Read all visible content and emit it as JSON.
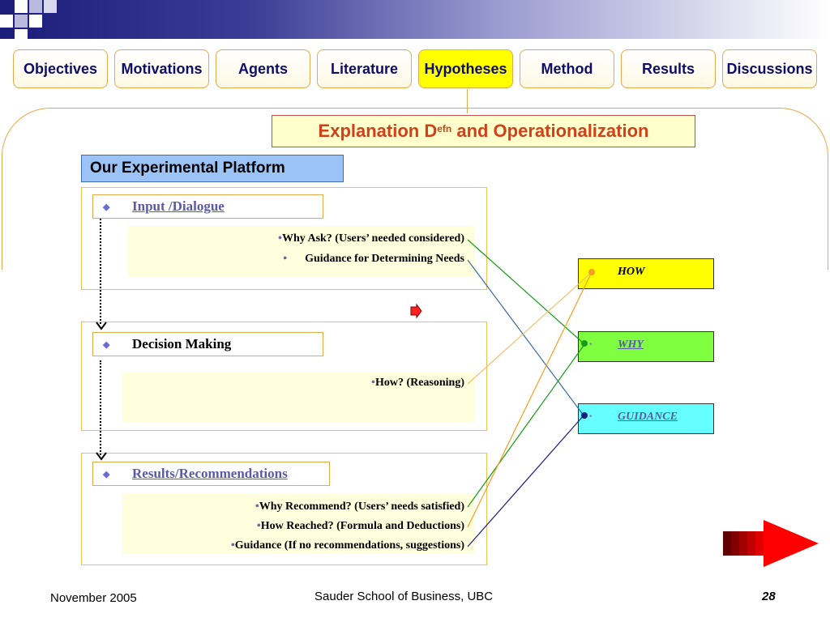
{
  "nav": {
    "tabs": [
      {
        "label": "Objectives"
      },
      {
        "label": "Motivations"
      },
      {
        "label": "Agents"
      },
      {
        "label": "Literature"
      },
      {
        "label": "Hypotheses",
        "active": true
      },
      {
        "label": "Method"
      },
      {
        "label": "Results"
      },
      {
        "label": "Discussions"
      }
    ]
  },
  "explanation": {
    "main": "Explanation D",
    "sup": "efn",
    "rest": " and Operationalization"
  },
  "platform_title": "Our Experimental Platform",
  "sections": {
    "input": {
      "label": "Input /Dialogue",
      "items": [
        "Why Ask? (Users’ needed considered)",
        "Guidance for Determining Needs"
      ]
    },
    "decision": {
      "label": "Decision Making",
      "items": [
        "How? (Reasoning)"
      ]
    },
    "results": {
      "label": "Results/Recommendations",
      "items": [
        "Why Recommend? (Users’ needs satisfied)",
        "How Reached? (Formula and Deductions)",
        "Guidance (If no recommendations, suggestions)"
      ]
    }
  },
  "categories": {
    "how": {
      "label": "HOW",
      "color": "#ffff00"
    },
    "why": {
      "label": "WHY",
      "color": "#80ff40"
    },
    "guidance": {
      "label": "GUIDANCE",
      "color": "#66ffff"
    }
  },
  "footer": {
    "date": "November 2005",
    "school": "Sauder School of Business, UBC",
    "page": "28"
  },
  "colors": {
    "why_line": "#1a9a1a",
    "guidance_line": "#3a6aa0",
    "how_line": "#f5a020",
    "results_guidance_line": "#1a1a80"
  }
}
